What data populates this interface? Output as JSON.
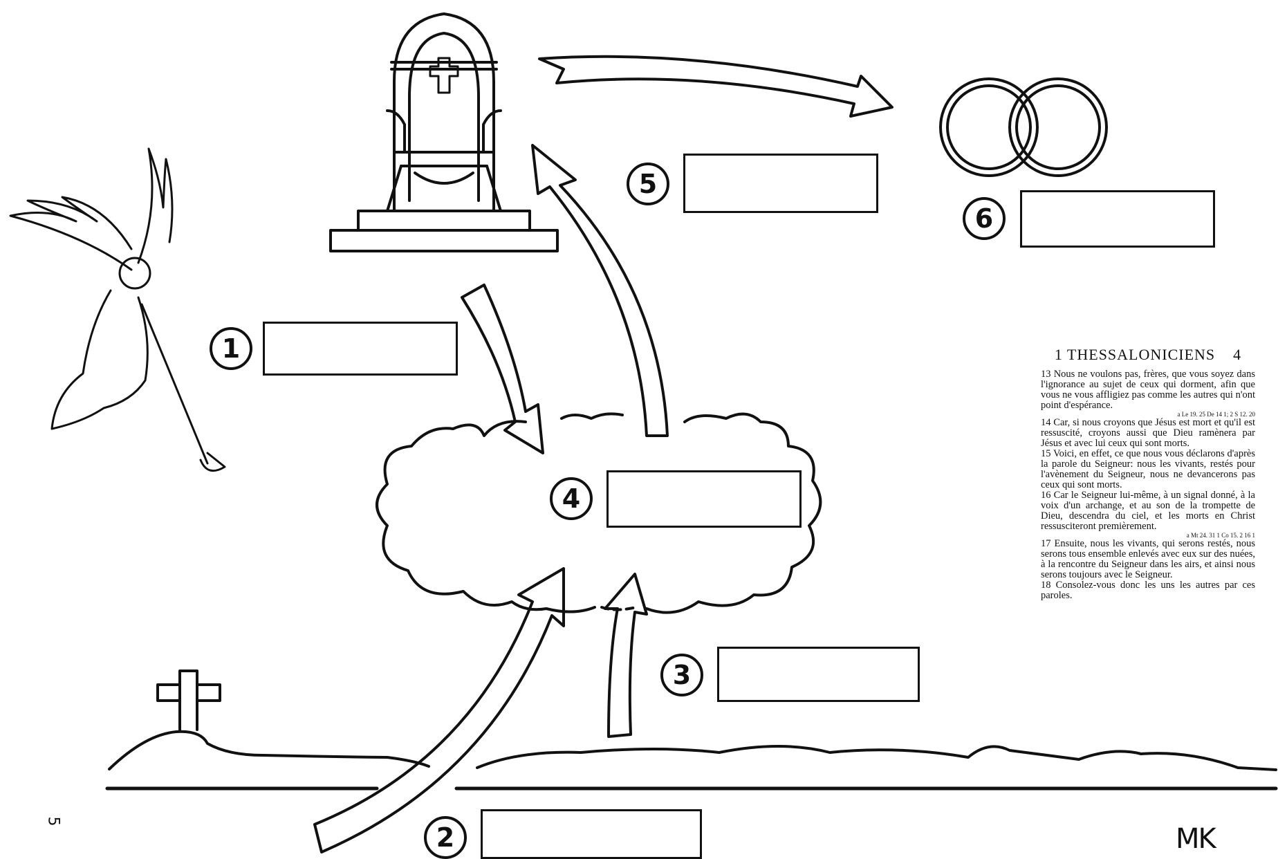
{
  "diagram": {
    "steps": [
      {
        "number": "1",
        "picture": "trumpet-angel"
      },
      {
        "number": "2",
        "picture": "arrow-from-ground"
      },
      {
        "number": "3",
        "picture": "arrow-from-earth"
      },
      {
        "number": "4",
        "picture": "cloud"
      },
      {
        "number": "5",
        "picture": "arrow-to-throne"
      },
      {
        "number": "6",
        "picture": "wedding-rings"
      }
    ]
  },
  "scripture": {
    "book": "1 THESSALONICIENS",
    "chapter": "4",
    "verses": [
      {
        "text": "13 Nous ne voulons pas, frères, que vous soyez dans l'ignorance au sujet de ceux qui dorment, afin que vous ne vous affligiez pas comme les autres qui n'ont point d'espérance.",
        "ref": "a Le 19. 25 De 14 1; 2 S 12. 20"
      },
      {
        "text": "14 Car, si nous croyons que Jésus est mort et qu'il est ressuscité, croyons aussi que Dieu ramènera par Jésus et avec lui ceux qui sont morts.",
        "ref": ""
      },
      {
        "text": "15 Voici, en effet, ce que nous vous déclarons d'après la parole du Seigneur: nous les vivants, restés pour l'avènement du Seigneur, nous ne devancerons pas ceux qui sont morts.",
        "ref": ""
      },
      {
        "text": "16 Car le Seigneur lui-même, à un signal donné, à la voix d'un archange, et au son de la trompette de Dieu, descendra du ciel, et les morts en Christ ressusciteront premièrement.",
        "ref": "a Mt 24. 31 1 Co 15. 2 16 1"
      },
      {
        "text": "17 Ensuite, nous les vivants, qui serons restés, nous serons tous ensemble enlevés avec eux sur des nuées, à la rencontre du Seigneur dans les airs, et ainsi nous serons toujours avec le Seigneur.",
        "ref": ""
      },
      {
        "text": "18 Consolez-vous donc les uns les autres par ces paroles.",
        "ref": ""
      }
    ]
  },
  "signature": "MK",
  "page_number": "5"
}
